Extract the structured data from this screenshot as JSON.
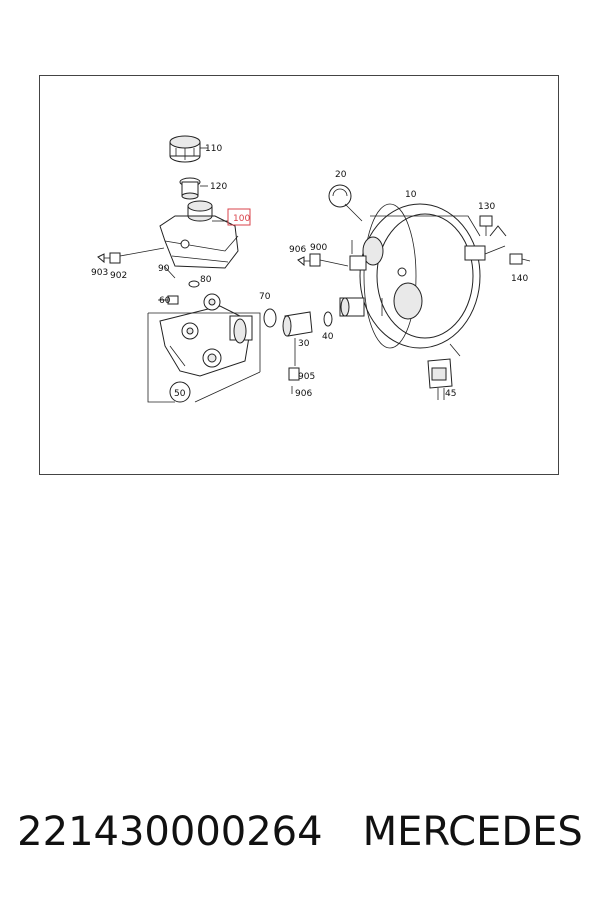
{
  "diagram": {
    "callouts": {
      "c110": "110",
      "c120": "120",
      "c100": "100",
      "c20": "20",
      "c10": "10",
      "c130": "130",
      "c906a": "906",
      "c900": "900",
      "c903": "903",
      "c902": "902",
      "c90": "90",
      "c80": "80",
      "c60": "60",
      "c70": "70",
      "c140": "140",
      "c30": "30",
      "c40": "40",
      "c905": "905",
      "c906b": "906",
      "c50": "50",
      "c45": "45"
    },
    "highlight_color": "#d9434b"
  },
  "caption": {
    "part_number": "221430000264",
    "brand": "MERCEDES"
  }
}
